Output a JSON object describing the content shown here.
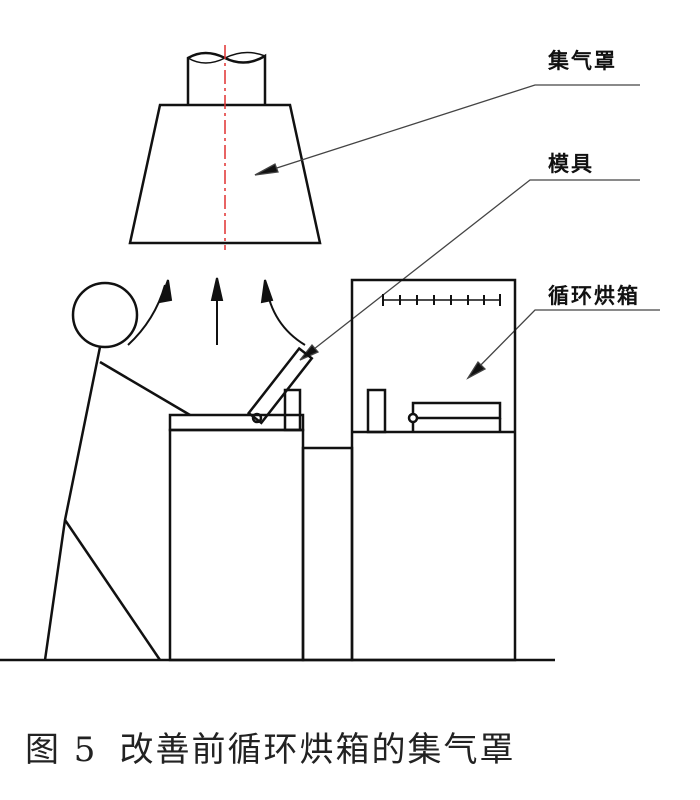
{
  "labels": {
    "hood": "集气罩",
    "mold": "模具",
    "oven": "循环烘箱"
  },
  "caption": {
    "figure_number": "图 5",
    "title": "改善前循环烘箱的集气罩"
  },
  "colors": {
    "line": "#111111",
    "centerline": "#e03030"
  }
}
